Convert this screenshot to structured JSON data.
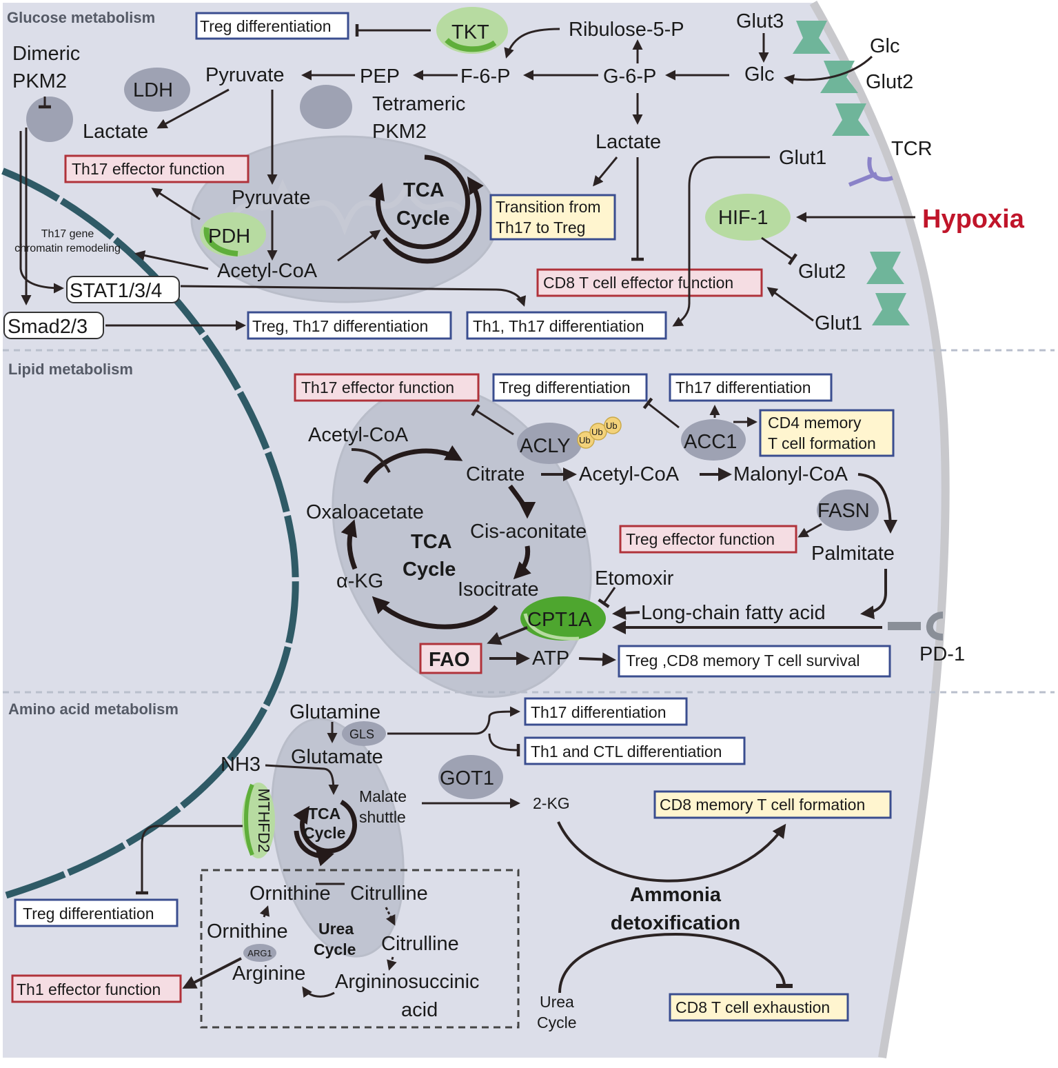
{
  "sections": {
    "glucose": "Glucose metabolism",
    "lipid": "Lipid metabolism",
    "amino": "Amino acid metabolism"
  },
  "glucose": {
    "treg_diff": "Treg differentiation",
    "tkt": "TKT",
    "ribulose": "Ribulose-5-P",
    "glut3": "Glut3",
    "glc_out": "Glc",
    "glc_in": "Glc",
    "glut2_top": "Glut2",
    "dimeric_1": "Dimeric",
    "dimeric_2": "PKM2",
    "ldh": "LDH",
    "pyruvate": "Pyruvate",
    "pep": "PEP",
    "f6p": "F-6-P",
    "g6p": "G-6-P",
    "tetrameric_1": "Tetrameric",
    "tetrameric_2": "PKM2",
    "lactate_left": "Lactate",
    "lactate_mid": "Lactate",
    "glut1_top": "Glut1",
    "tcr": "TCR",
    "th17_effector": "Th17 effector function",
    "pyruvate_mito": "Pyruvate",
    "tca_1": "TCA",
    "tca_2": "Cycle",
    "transition_1": "Transition from",
    "transition_2": "Th17 to Treg",
    "hif1": "HIF-1",
    "hypoxia": "Hypoxia",
    "pdh": "PDH",
    "chromatin_1": "Th17 gene",
    "chromatin_2": "chromatin remodeling",
    "acetyl_coa": "Acetyl-CoA",
    "glut2_bottom": "Glut2",
    "stat": "STAT1/3/4",
    "cd8_effector": "CD8 T cell effector function",
    "smad": "Smad2/3",
    "treg_th17_diff": "Treg, Th17 differentiation",
    "th1_th17_diff": "Th1, Th17 differentiation",
    "glut1_bottom": "Glut1"
  },
  "lipid": {
    "th17_effector": "Th17 effector function",
    "treg_diff": "Treg differentiation",
    "th17_diff": "Th17 differentiation",
    "cd4_memory_1": "CD4 memory",
    "cd4_memory_2": "T cell formation",
    "acetyl_coa_left": "Acetyl-CoA",
    "acly": "ACLY",
    "ub": "Ub",
    "acc1": "ACC1",
    "citrate": "Citrate",
    "acetyl_coa_mid": "Acetyl-CoA",
    "malonyl_coa": "Malonyl-CoA",
    "oxaloacetate": "Oxaloacetate",
    "tca_1": "TCA",
    "tca_2": "Cycle",
    "cis_aconitate": "Cis-aconitate",
    "fasn": "FASN",
    "treg_effector": "Treg effector function",
    "palmitate": "Palmitate",
    "akg": "α-KG",
    "isocitrate": "Isocitrate",
    "etomoxir": "Etomoxir",
    "cpt1a": "CPT1A",
    "lcfa": "Long-chain fatty acid",
    "fao": "FAO",
    "atp": "ATP",
    "survival": "Treg ,CD8 memory T cell survival",
    "pd1": "PD-1"
  },
  "amino": {
    "glutamine": "Glutamine",
    "gls": "GLS",
    "glutamate": "Glutamate",
    "th17_diff": "Th17 differentiation",
    "th1_ctl_diff": "Th1 and CTL differentiation",
    "nh3": "NH3",
    "got1": "GOT1",
    "mthfd2": "MTHFD2",
    "tca_1": "TCA",
    "tca_2": "Cycle",
    "malate_1": "Malate",
    "malate_2": "shuttle",
    "two_kg": "2-KG",
    "cd8_memory": "CD8 memory T cell formation",
    "ornithine_top": "Ornithine",
    "citrulline_top": "Citrulline",
    "ammonia_1": "Ammonia",
    "ammonia_2": "detoxification",
    "treg_diff": "Treg differentiation",
    "ornithine_left": "Ornithine",
    "urea_1": "Urea",
    "urea_2": "Cycle",
    "citrulline_right": "Citrulline",
    "arg1": "ARG1",
    "arginine": "Arginine",
    "th1_effector": "Th1 effector function",
    "argininosuccinic_1": "Argininosuccinic",
    "argininosuccinic_2": "acid",
    "urea_cycle_1": "Urea",
    "urea_cycle_2": "Cycle",
    "cd8_exhaustion": "CD8 T cell exhaustion"
  },
  "colors": {
    "background": "#dcdee9",
    "membrane": "#c8c8cc",
    "nucleus": "#2f5a66",
    "mito": "#a9aebe",
    "enzyme": "#9ea2b3",
    "green_light": "#b7dba1",
    "green_dark": "#5fae3a",
    "transporter": "#6fb59a",
    "box_blue": "#3a4d8f",
    "box_red": "#b0323a",
    "fill_pink": "#f5dde3",
    "fill_yellow": "#fff5cf",
    "hypoxia": "#c0152a"
  }
}
